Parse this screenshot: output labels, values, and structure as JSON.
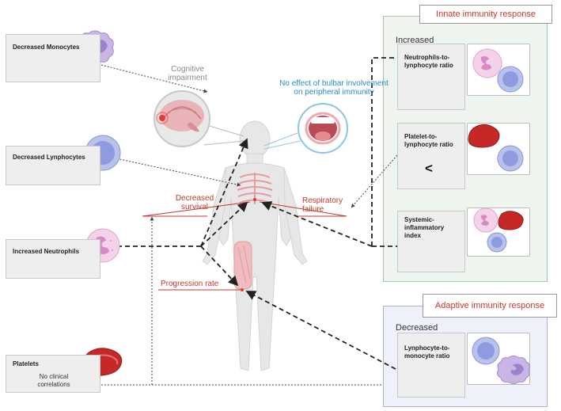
{
  "colors": {
    "male": "#1f5f86",
    "female": "#e07b86",
    "accent": "#d0352b"
  },
  "left_cards": {
    "monocytes": "Decreased Monocytes",
    "lymphocytes": "Decreased Lynphocytes",
    "neutrophils": "Increased Neutrophils",
    "platelets": "Platelets",
    "platelets_note": "No clinical correlations"
  },
  "center": {
    "cognitive": "Cognitive impairment",
    "bulbar": "No effect of bulbar involvement on peripheral immunity",
    "survival": "Decreased survival",
    "respiratory": "Respiratory failure",
    "progression": "Progression rate"
  },
  "innate": {
    "title": "Innate immunity response",
    "label": "Increased",
    "nlr": "Neutrophils-to-lynphocyte ratio",
    "plr": "Platelet-to-lynphocyte ratio",
    "plr_comparator": "<",
    "sii": "Systemic-inflammatory index"
  },
  "adaptive": {
    "title": "Adaptive immunity response",
    "label": "Decreased",
    "lmr": "Lynphocyte-to-monocyte ratio"
  }
}
